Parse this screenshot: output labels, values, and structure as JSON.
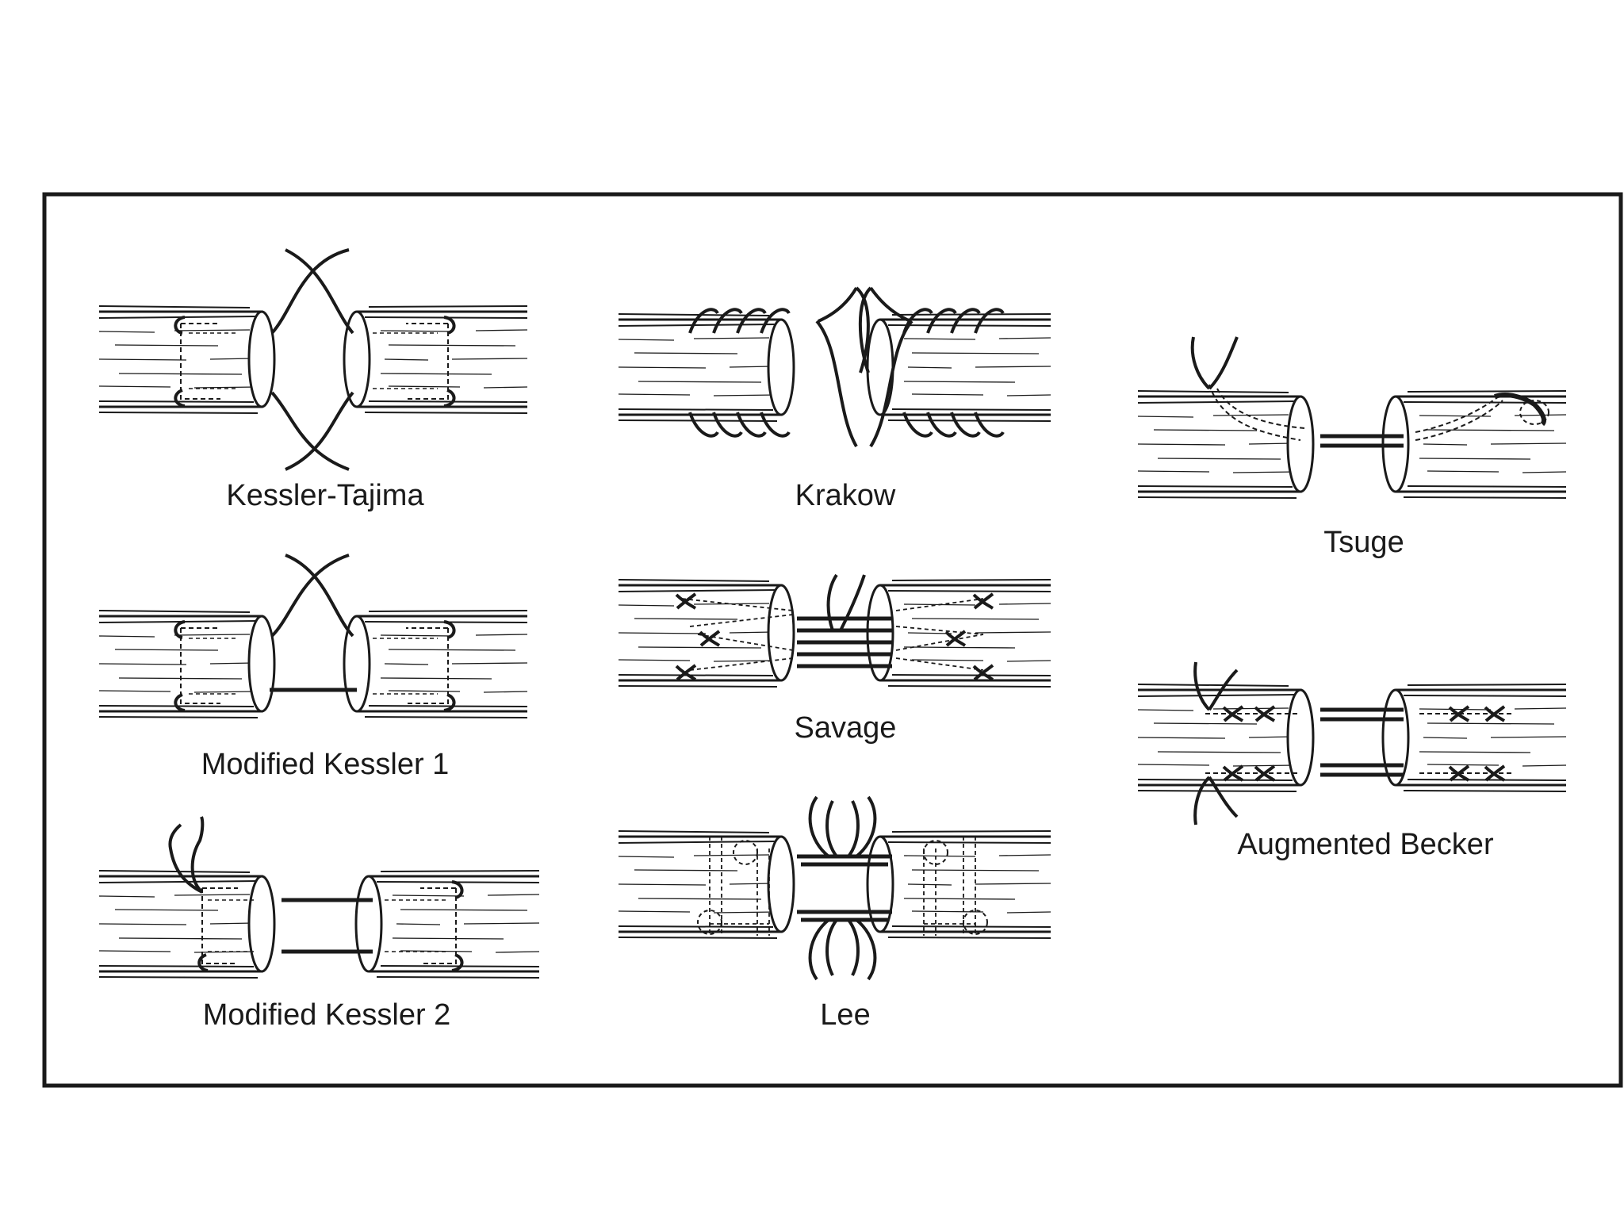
{
  "figure": {
    "techniques": [
      {
        "label": "Kessler-Tajima"
      },
      {
        "label": "Modified Kessler 1"
      },
      {
        "label": "Modified Kessler 2"
      },
      {
        "label": "Krakow"
      },
      {
        "label": "Savage"
      },
      {
        "label": "Lee"
      },
      {
        "label": "Tsuge"
      },
      {
        "label": "Augmented Becker"
      }
    ]
  },
  "colors": {
    "ink": "#1a1a1a",
    "paper": "#ffffff"
  }
}
